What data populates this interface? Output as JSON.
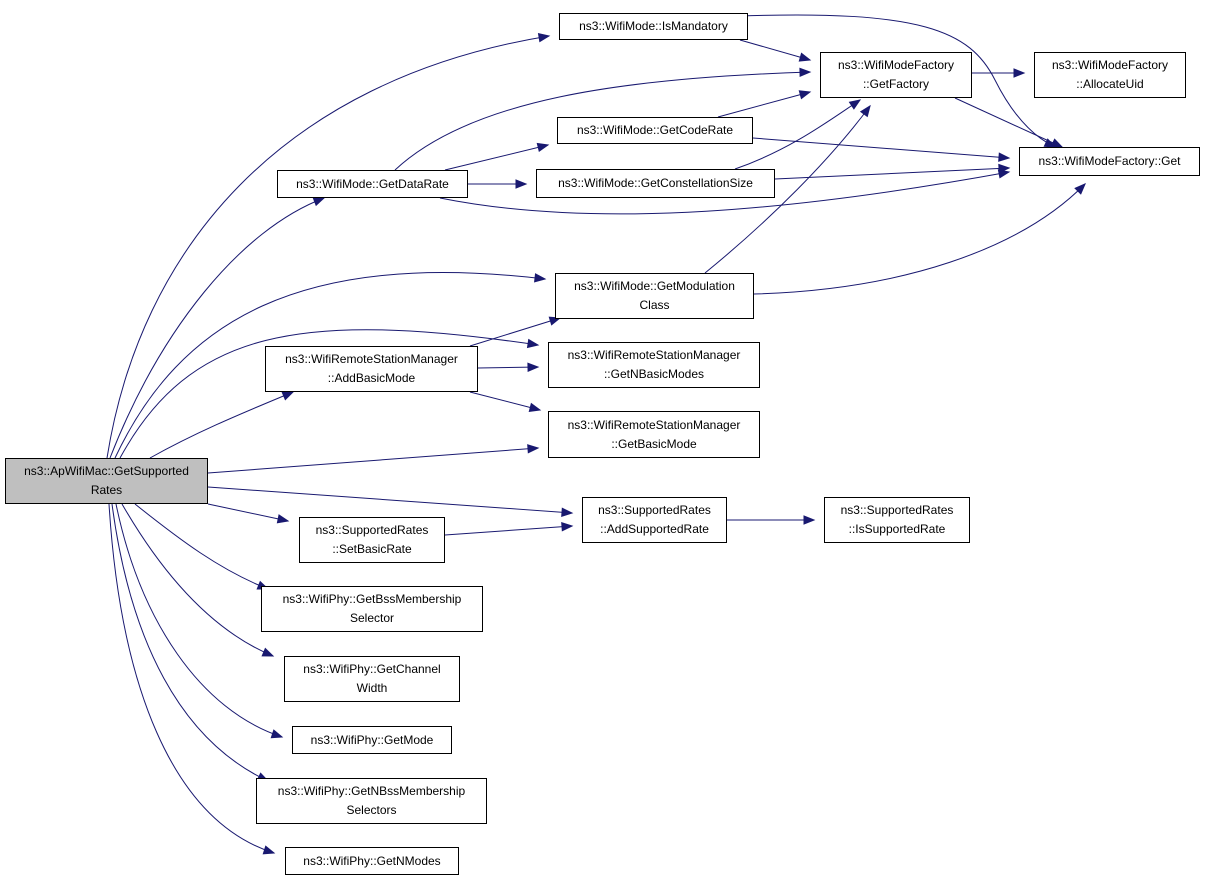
{
  "colors": {
    "edge": "#191970",
    "root_fill": "#bfbfbf",
    "node_fill": "#ffffff",
    "border": "#000000"
  },
  "nodes": {
    "root": {
      "line1": "ns3::ApWifiMac::GetSupported",
      "line2": "Rates"
    },
    "is_mandatory": {
      "line1": "ns3::WifiMode::IsMandatory"
    },
    "get_factory": {
      "line1": "ns3::WifiModeFactory",
      "line2": "::GetFactory"
    },
    "allocate_uid": {
      "line1": "ns3::WifiModeFactory",
      "line2": "::AllocateUid"
    },
    "get_code_rate": {
      "line1": "ns3::WifiMode::GetCodeRate"
    },
    "factory_get": {
      "line1": "ns3::WifiModeFactory::Get"
    },
    "get_data_rate": {
      "line1": "ns3::WifiMode::GetDataRate"
    },
    "get_constellation": {
      "line1": "ns3::WifiMode::GetConstellationSize"
    },
    "get_modulation": {
      "line1": "ns3::WifiMode::GetModulation",
      "line2": "Class"
    },
    "add_basic_mode": {
      "line1": "ns3::WifiRemoteStationManager",
      "line2": "::AddBasicMode"
    },
    "get_n_basic_modes": {
      "line1": "ns3::WifiRemoteStationManager",
      "line2": "::GetNBasicModes"
    },
    "get_basic_mode": {
      "line1": "ns3::WifiRemoteStationManager",
      "line2": "::GetBasicMode"
    },
    "add_supported_rate": {
      "line1": "ns3::SupportedRates",
      "line2": "::AddSupportedRate"
    },
    "is_supported_rate": {
      "line1": "ns3::SupportedRates",
      "line2": "::IsSupportedRate"
    },
    "set_basic_rate": {
      "line1": "ns3::SupportedRates",
      "line2": "::SetBasicRate"
    },
    "get_bss_membership": {
      "line1": "ns3::WifiPhy::GetBssMembership",
      "line2": "Selector"
    },
    "get_channel_width": {
      "line1": "ns3::WifiPhy::GetChannel",
      "line2": "Width"
    },
    "get_mode": {
      "line1": "ns3::WifiPhy::GetMode"
    },
    "get_n_bss_membership": {
      "line1": "ns3::WifiPhy::GetNBssMembership",
      "line2": "Selectors"
    },
    "get_n_modes": {
      "line1": "ns3::WifiPhy::GetNModes"
    }
  },
  "edges": [
    [
      "root",
      "is_mandatory"
    ],
    [
      "root",
      "get_data_rate"
    ],
    [
      "root",
      "get_modulation"
    ],
    [
      "root",
      "get_n_basic_modes"
    ],
    [
      "root",
      "add_basic_mode"
    ],
    [
      "root",
      "get_basic_mode"
    ],
    [
      "root",
      "add_supported_rate"
    ],
    [
      "root",
      "set_basic_rate"
    ],
    [
      "root",
      "get_bss_membership"
    ],
    [
      "root",
      "get_channel_width"
    ],
    [
      "root",
      "get_mode"
    ],
    [
      "root",
      "get_n_bss_membership"
    ],
    [
      "root",
      "get_n_modes"
    ],
    [
      "is_mandatory",
      "get_factory"
    ],
    [
      "is_mandatory",
      "factory_get"
    ],
    [
      "get_factory",
      "allocate_uid"
    ],
    [
      "get_factory",
      "factory_get"
    ],
    [
      "get_code_rate",
      "get_factory"
    ],
    [
      "get_code_rate",
      "factory_get"
    ],
    [
      "get_data_rate",
      "get_factory"
    ],
    [
      "get_data_rate",
      "get_code_rate"
    ],
    [
      "get_data_rate",
      "get_constellation"
    ],
    [
      "get_data_rate",
      "factory_get"
    ],
    [
      "get_constellation",
      "get_factory"
    ],
    [
      "get_constellation",
      "factory_get"
    ],
    [
      "get_modulation",
      "get_factory"
    ],
    [
      "get_modulation",
      "factory_get"
    ],
    [
      "add_basic_mode",
      "get_modulation"
    ],
    [
      "add_basic_mode",
      "get_n_basic_modes"
    ],
    [
      "add_basic_mode",
      "get_basic_mode"
    ],
    [
      "set_basic_rate",
      "add_supported_rate"
    ],
    [
      "add_supported_rate",
      "is_supported_rate"
    ]
  ]
}
